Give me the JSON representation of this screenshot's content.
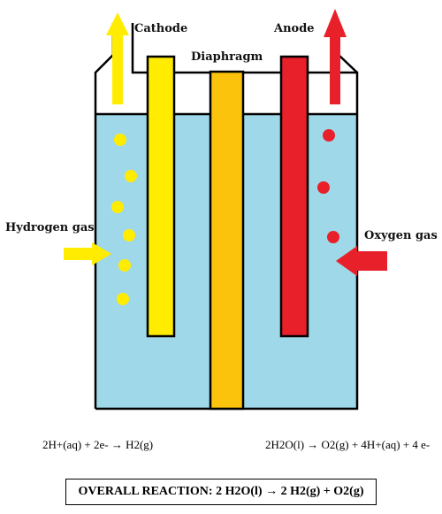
{
  "labels": {
    "cathode": "Cathode",
    "anode": "Anode",
    "diaphragm": "Diaphragm",
    "hydrogen_gas": "Hydrogen gas",
    "oxygen_gas": "Oxygen gas"
  },
  "equations": {
    "cathode": "2H+(aq) + 2e- → H2(g)",
    "anode": "2H2O(l) → O2(g) + 4H+(aq) + 4 e-",
    "overall": "OVERALL REACTION: 2 H2O(l) → 2 H2(g) + O2(g)"
  },
  "colors": {
    "electrolyte": "#9fd8e8",
    "cathode": "#ffec00",
    "anode": "#e8202a",
    "diaphragm": "#fcc30d",
    "hydrogen_bubbles": "#ffec00",
    "oxygen_bubbles": "#e8202a"
  }
}
